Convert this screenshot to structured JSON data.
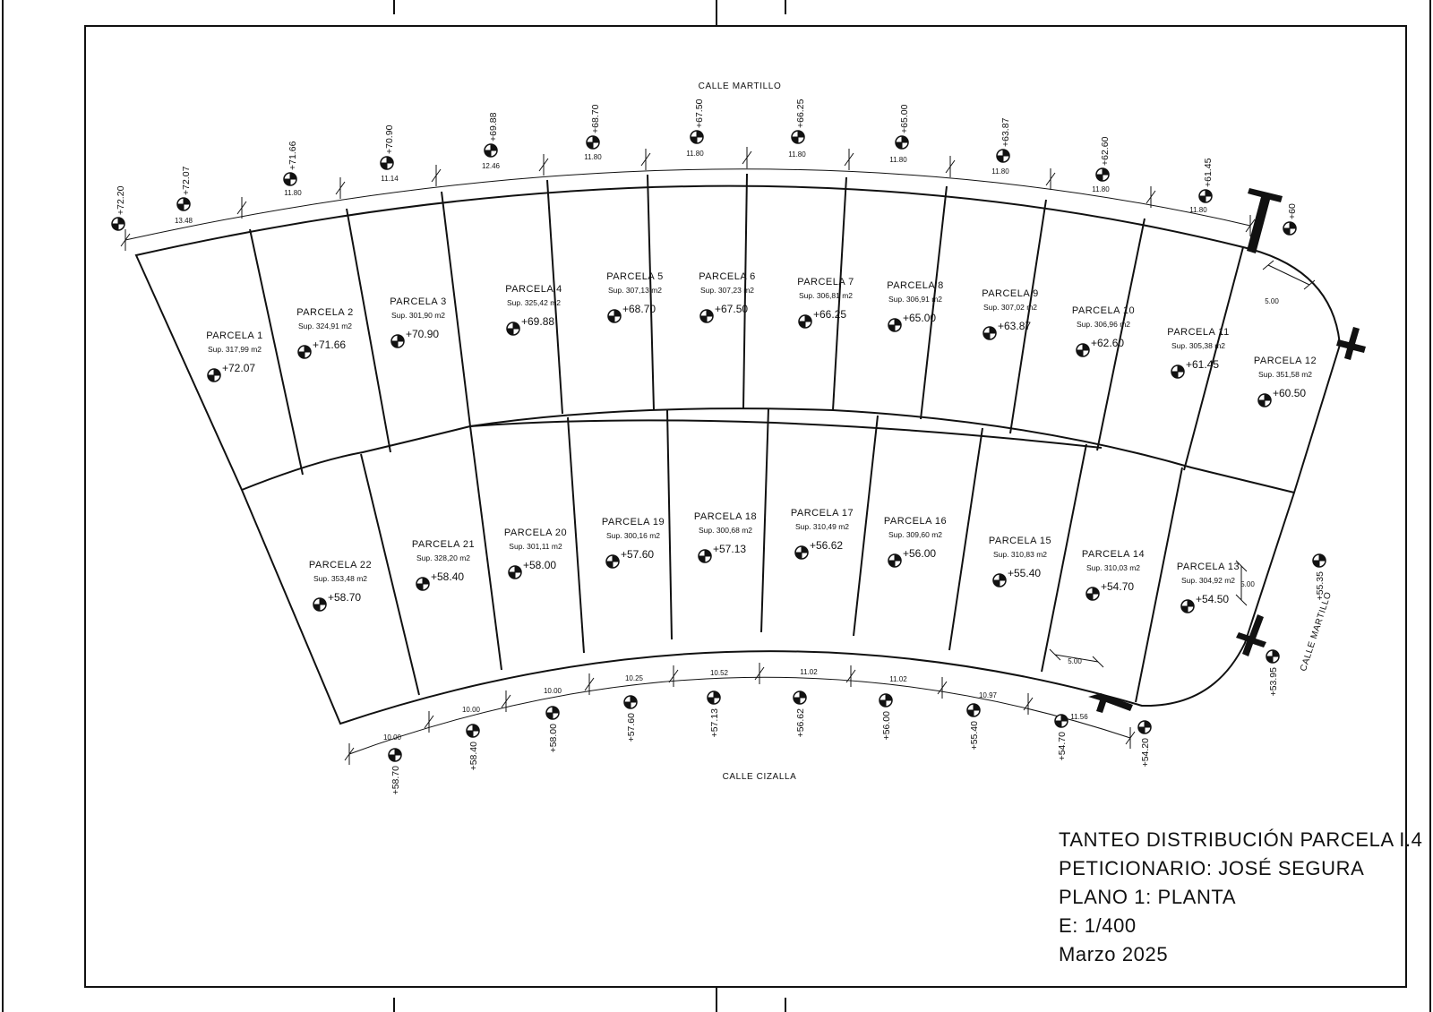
{
  "streets": {
    "top": "CALLE MARTILLO",
    "bottom": "CALLE CIZALLA",
    "right": "CALLE MARTILLO"
  },
  "title_block": {
    "line1": "TANTEO DISTRIBUCIÓN PARCELA I.4",
    "line2": "PETICIONARIO: JOSÉ SEGURA",
    "line3": "PLANO 1: PLANTA",
    "line4": "E: 1/400",
    "line5": "Marzo 2025"
  },
  "top_row": [
    {
      "name": "PARCELA 1",
      "area": "Sup. 317,99 m2",
      "elev": "+72.07"
    },
    {
      "name": "PARCELA 2",
      "area": "Sup. 324,91 m2",
      "elev": "+71.66"
    },
    {
      "name": "PARCELA 3",
      "area": "Sup. 301,90 m2",
      "elev": "+70.90"
    },
    {
      "name": "PARCELA 4",
      "area": "Sup. 325,42 m2",
      "elev": "+69.88"
    },
    {
      "name": "PARCELA 5",
      "area": "Sup. 307,13 m2",
      "elev": "+68.70"
    },
    {
      "name": "PARCELA 6",
      "area": "Sup. 307,23 m2",
      "elev": "+67.50"
    },
    {
      "name": "PARCELA 7",
      "area": "Sup. 306,81 m2",
      "elev": "+66.25"
    },
    {
      "name": "PARCELA 8",
      "area": "Sup. 306,91 m2",
      "elev": "+65.00"
    },
    {
      "name": "PARCELA 9",
      "area": "Sup. 307,02 m2",
      "elev": "+63.87"
    },
    {
      "name": "PARCELA 10",
      "area": "Sup. 306,96 m2",
      "elev": "+62.60"
    },
    {
      "name": "PARCELA 11",
      "area": "Sup. 305,38 m2",
      "elev": "+61.45"
    },
    {
      "name": "PARCELA 12",
      "area": "Sup. 351,58 m2",
      "elev": "+60.50"
    }
  ],
  "bottom_row": [
    {
      "name": "PARCELA 22",
      "area": "Sup. 353,48 m2",
      "elev": "+58.70"
    },
    {
      "name": "PARCELA 21",
      "area": "Sup. 328,20 m2",
      "elev": "+58.40"
    },
    {
      "name": "PARCELA 20",
      "area": "Sup. 301,11 m2",
      "elev": "+58.00"
    },
    {
      "name": "PARCELA 19",
      "area": "Sup. 300,16 m2",
      "elev": "+57.60"
    },
    {
      "name": "PARCELA 18",
      "area": "Sup. 300,68 m2",
      "elev": "+57.13"
    },
    {
      "name": "PARCELA 17",
      "area": "Sup. 310,49 m2",
      "elev": "+56.62"
    },
    {
      "name": "PARCELA 16",
      "area": "Sup. 309,60 m2",
      "elev": "+56.00"
    },
    {
      "name": "PARCELA 15",
      "area": "Sup. 310,83 m2",
      "elev": "+55.40"
    },
    {
      "name": "PARCELA 14",
      "area": "Sup. 310,03 m2",
      "elev": "+54.70"
    },
    {
      "name": "PARCELA 13",
      "area": "Sup. 304,92 m2",
      "elev": "+54.50"
    }
  ],
  "top_frontage_dims": [
    "13.48",
    "11.80",
    "11.14",
    "12.46",
    "11.80",
    "11.80",
    "11.80",
    "11.80",
    "11.80",
    "11.80",
    "11.80"
  ],
  "top_street_elevations": [
    "+72.20",
    "+72.07",
    "+71.66",
    "+70.90",
    "+69.88",
    "+68.70",
    "+67.50",
    "+66.25",
    "+65.00",
    "+63.87",
    "+62.60",
    "+61.45",
    "+60"
  ],
  "bottom_frontage_dims": [
    "10.00",
    "10.00",
    "10.00",
    "10.25",
    "10.52",
    "11.02",
    "11.02",
    "10.97",
    "11.56"
  ],
  "bottom_street_elevations": [
    "+58.70",
    "+58.40",
    "+58.00",
    "+57.60",
    "+57.13",
    "+56.62",
    "+56.00",
    "+55.40",
    "+54.70",
    "+54.20"
  ],
  "right_street_elevations": [
    "+55.35",
    "+53.95"
  ],
  "corner_dims": [
    "5.00",
    "5.00",
    "5.00"
  ]
}
